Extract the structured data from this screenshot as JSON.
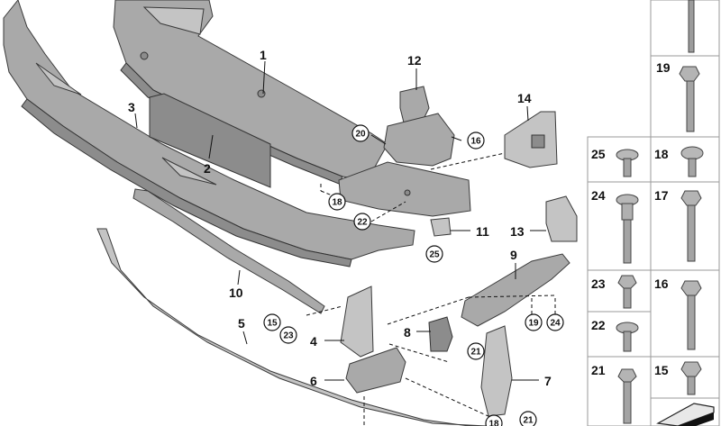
{
  "callouts": [
    {
      "id": "c1",
      "label": "1",
      "circled": false
    },
    {
      "id": "c2",
      "label": "2",
      "circled": false
    },
    {
      "id": "c3",
      "label": "3",
      "circled": false
    },
    {
      "id": "c4",
      "label": "4",
      "circled": false
    },
    {
      "id": "c5",
      "label": "5",
      "circled": false
    },
    {
      "id": "c6",
      "label": "6",
      "circled": false
    },
    {
      "id": "c7",
      "label": "7",
      "circled": false
    },
    {
      "id": "c8",
      "label": "8",
      "circled": false
    },
    {
      "id": "c9",
      "label": "9",
      "circled": false
    },
    {
      "id": "c10",
      "label": "10",
      "circled": false
    },
    {
      "id": "c11",
      "label": "11",
      "circled": false
    },
    {
      "id": "c12",
      "label": "12",
      "circled": false
    },
    {
      "id": "c13",
      "label": "13",
      "circled": false
    },
    {
      "id": "c14",
      "label": "14",
      "circled": false
    },
    {
      "id": "c15",
      "label": "15",
      "circled": true
    },
    {
      "id": "c16",
      "label": "16",
      "circled": true
    },
    {
      "id": "c18a",
      "label": "18",
      "circled": true
    },
    {
      "id": "c18b",
      "label": "18",
      "circled": true
    },
    {
      "id": "c19",
      "label": "19",
      "circled": true
    },
    {
      "id": "c20",
      "label": "20",
      "circled": true
    },
    {
      "id": "c21a",
      "label": "21",
      "circled": true
    },
    {
      "id": "c21b",
      "label": "21",
      "circled": true
    },
    {
      "id": "c22",
      "label": "22",
      "circled": true
    },
    {
      "id": "c23",
      "label": "23",
      "circled": true
    },
    {
      "id": "c24",
      "label": "24",
      "circled": true
    },
    {
      "id": "c25",
      "label": "25",
      "circled": true
    }
  ],
  "side_panel": {
    "cells": [
      {
        "id": "p19",
        "label": "19"
      },
      {
        "id": "p25",
        "label": "25"
      },
      {
        "id": "p18",
        "label": "18"
      },
      {
        "id": "p24",
        "label": "24"
      },
      {
        "id": "p17",
        "label": "17"
      },
      {
        "id": "p23",
        "label": "23"
      },
      {
        "id": "p16",
        "label": "16"
      },
      {
        "id": "p22",
        "label": "22"
      },
      {
        "id": "p21",
        "label": "21"
      },
      {
        "id": "p15",
        "label": "15"
      }
    ]
  }
}
